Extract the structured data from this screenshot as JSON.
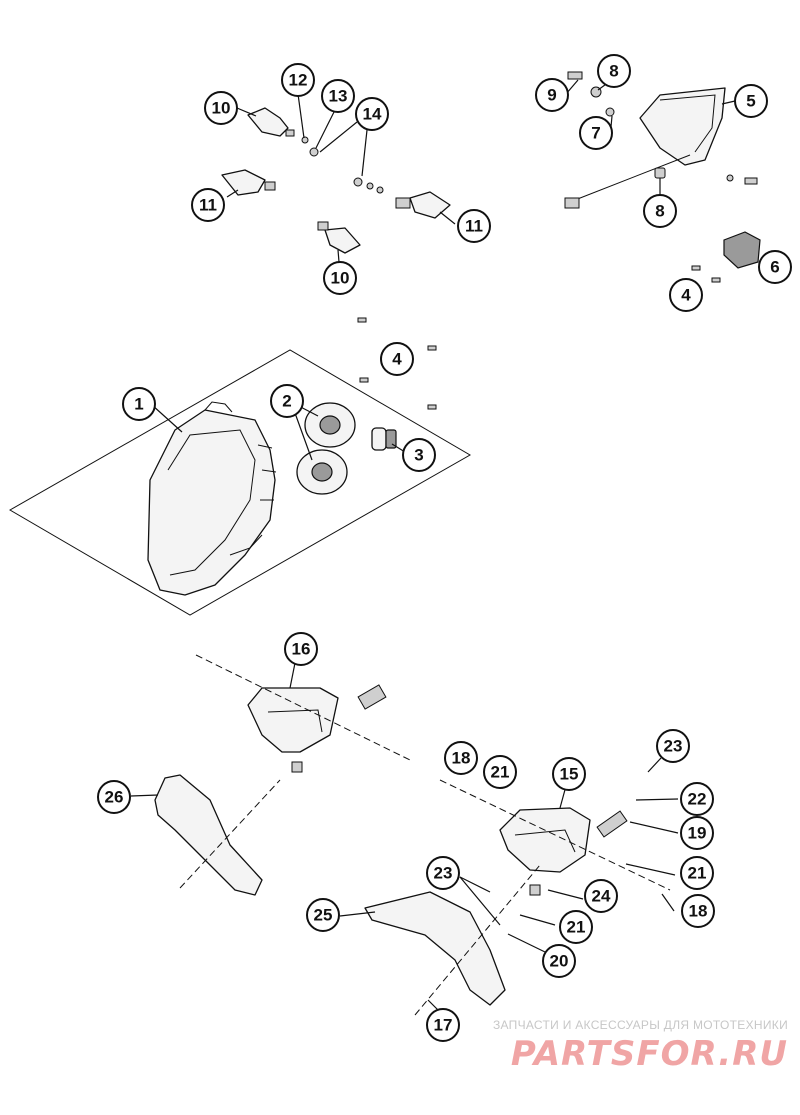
{
  "callouts": {
    "c1": "1",
    "c2": "2",
    "c3": "3",
    "c4a": "4",
    "c4b": "4",
    "c5": "5",
    "c6": "6",
    "c7": "7",
    "c8a": "8",
    "c8b": "8",
    "c9": "9",
    "c10a": "10",
    "c10b": "10",
    "c11a": "11",
    "c11b": "11",
    "c12": "12",
    "c13": "13",
    "c14": "14",
    "c15": "15",
    "c16": "16",
    "c17": "17",
    "c18a": "18",
    "c18b": "18",
    "c19": "19",
    "c20": "20",
    "c21a": "21",
    "c21b": "21",
    "c21c": "21",
    "c22": "22",
    "c23a": "23",
    "c23b": "23",
    "c24": "24",
    "c25": "25",
    "c26": "26"
  },
  "watermark": {
    "tagline": "ЗАПЧАСТИ И АКСЕССУАРЫ ДЛЯ МОТОТЕХНИКИ",
    "logo": "PARTSFOR.RU",
    "color": "#f0a5a5"
  }
}
